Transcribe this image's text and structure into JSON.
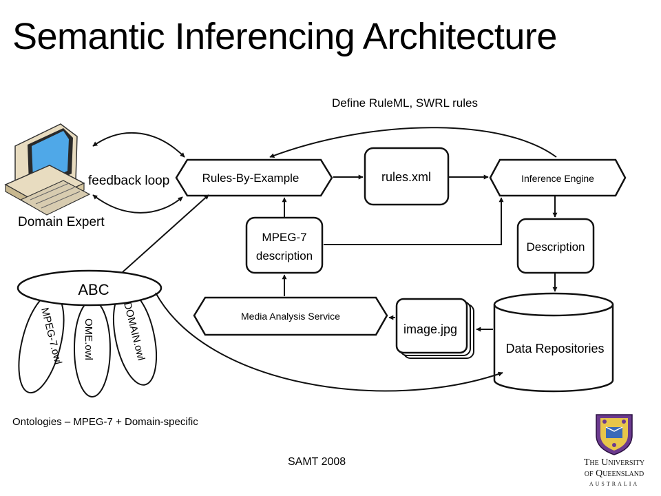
{
  "title": "Semantic Inferencing Architecture",
  "rules_note": "Define RuleML, SWRL rules",
  "nodes": {
    "domain_expert": "Domain Expert",
    "feedback_loop": "feedback loop",
    "rules_by_example": "Rules-By-Example",
    "rules_xml": "rules.xml",
    "inference_engine": "Inference Engine",
    "mpeg7_line1": "MPEG-7",
    "mpeg7_line2": "description",
    "description": "Description",
    "abc": "ABC",
    "media_analysis": "Media Analysis Service",
    "image_jpg": "image.jpg",
    "data_repositories": "Data Repositories"
  },
  "ontologies": [
    "MPEG-7.owl",
    "OME.owl",
    "DOMAIN.owl"
  ],
  "ontology_note": "Ontologies – MPEG-7 + Domain-specific",
  "footer": "SAMT 2008",
  "logo": {
    "line1": "The University",
    "line2": "of Queensland",
    "line3": "AUSTRALIA"
  }
}
